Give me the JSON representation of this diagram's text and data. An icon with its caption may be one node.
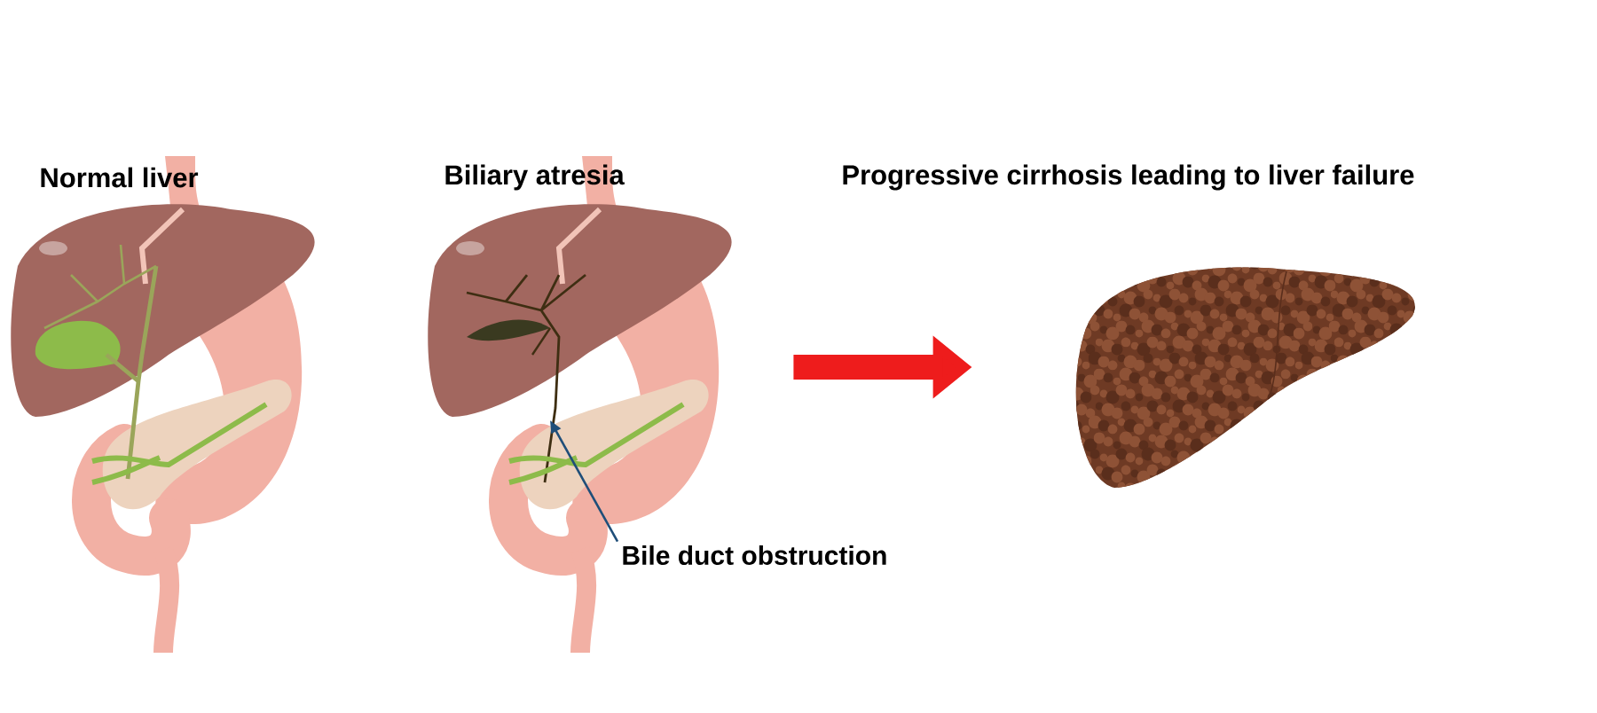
{
  "diagram": {
    "nodes": [
      {
        "text": [
          "Normal liver"
        ]
      },
      {
        "text": [
          "Biliary atresia"
        ]
      },
      {
        "text": [
          "Progressive cirrhosis leading to liver failure"
        ]
      },
      {
        "text": [
          "Bile duct obstruction"
        ]
      }
    ],
    "edges": [
      {
        "from": 1,
        "to": 2,
        "arrow": "to",
        "style": "thick",
        "color": "#ee1c1c"
      },
      {
        "from": 3,
        "to": 1,
        "arrow": "to",
        "color": "#1f4e79"
      }
    ]
  }
}
